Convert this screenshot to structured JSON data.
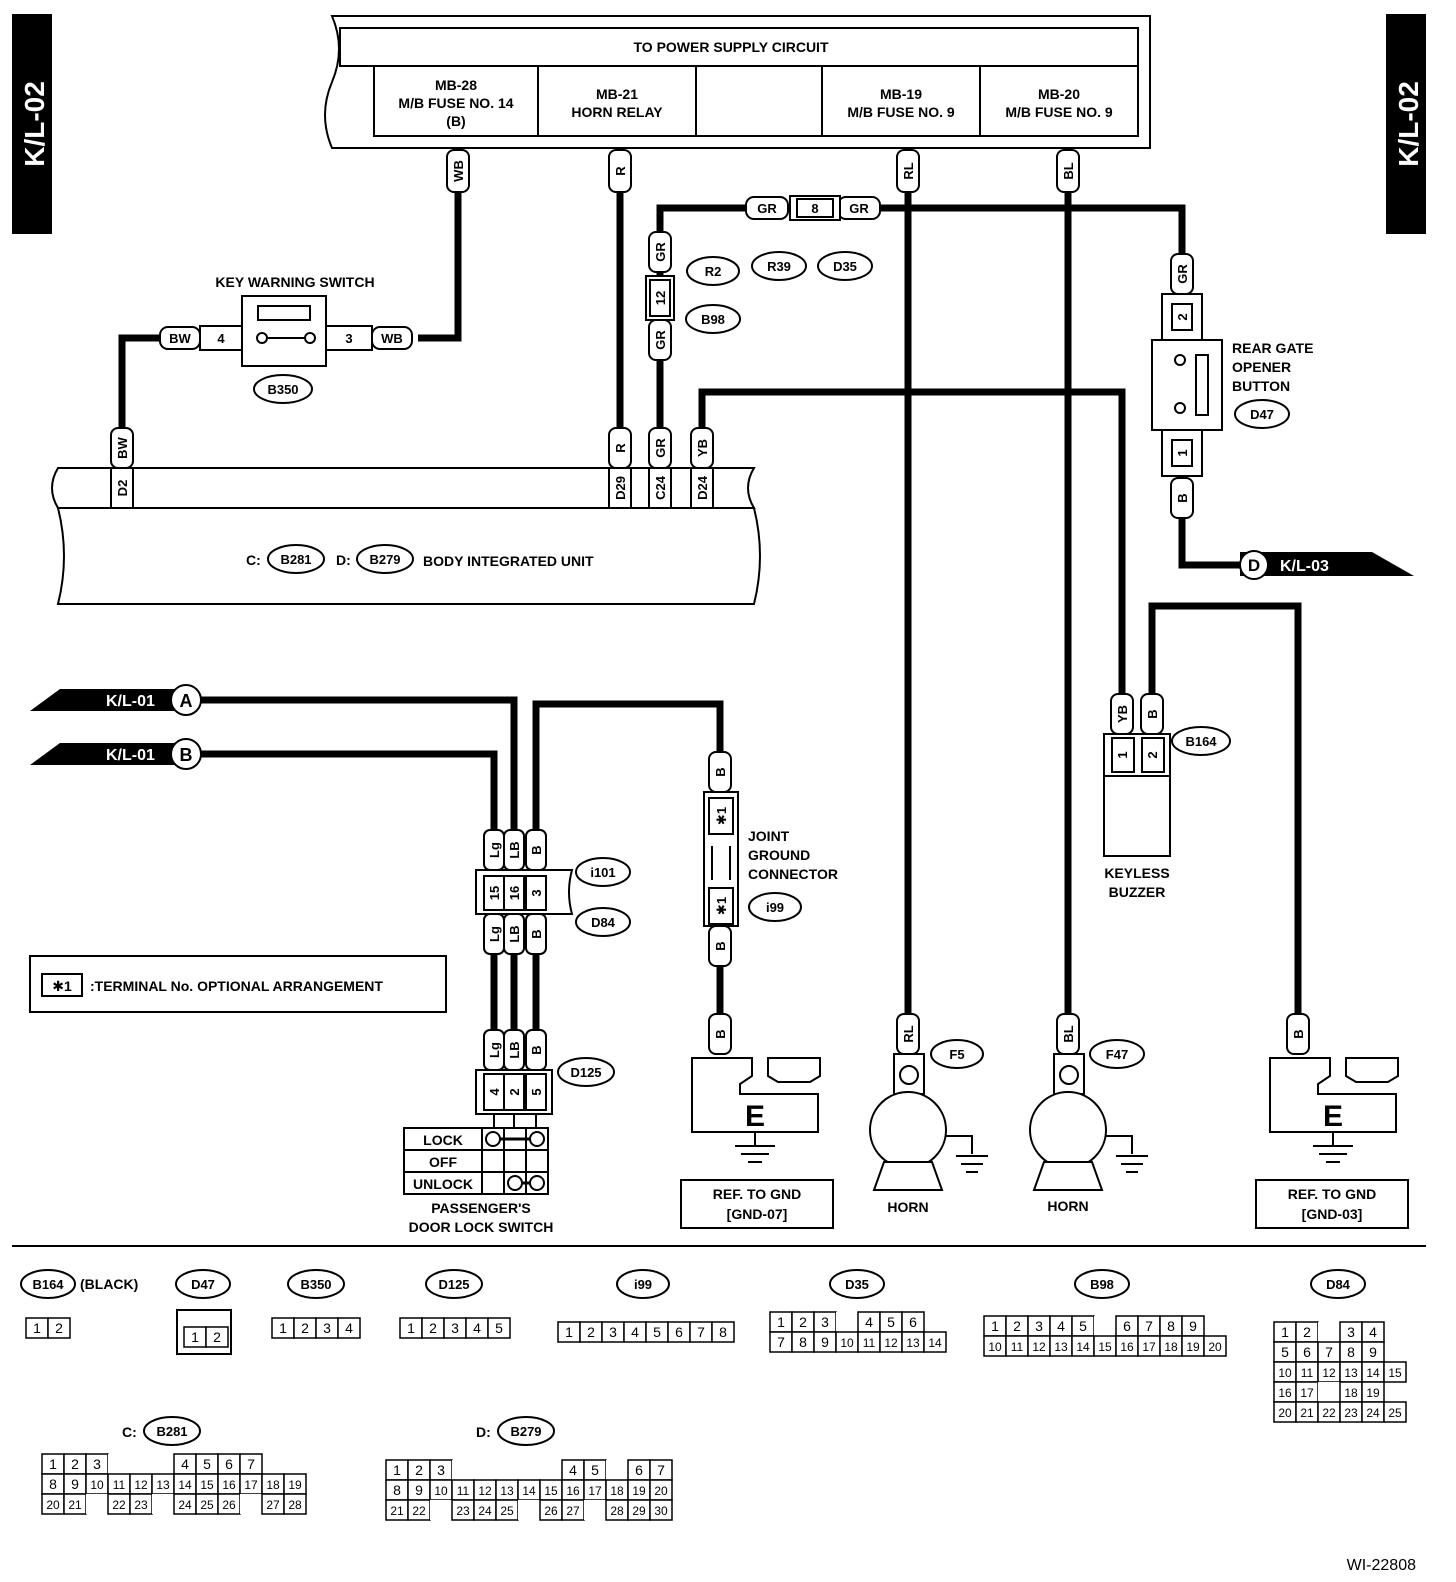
{
  "page_id": "K/L-02",
  "figure_id": "WI-22808",
  "power_supply": {
    "title": "TO POWER SUPPLY CIRCUIT",
    "columns": [
      [
        "MB-28",
        "M/B FUSE NO. 14",
        "(B)"
      ],
      [
        "MB-21",
        "HORN RELAY"
      ],
      [],
      [
        "MB-19",
        "M/B FUSE NO. 9"
      ],
      [
        "MB-20",
        "M/B FUSE NO. 9"
      ]
    ]
  },
  "wire_colors": {
    "wb": "WB",
    "r": "R",
    "rl": "RL",
    "bl": "BL",
    "gr": "GR",
    "bw": "BW",
    "yb": "YB",
    "b": "B",
    "lg": "Lg",
    "lb": "LB"
  },
  "connectors": {
    "r2": "R2",
    "r39": "R39",
    "d35": "D35",
    "b98": "B98",
    "b350": "B350",
    "d47": "D47",
    "b164": "B164",
    "i101": "i101",
    "d84": "D84",
    "i99": "i99",
    "d125": "D125",
    "f5": "F5",
    "f47": "F47",
    "b281": "B281",
    "b279": "B279"
  },
  "pins": {
    "p1": "1",
    "p2": "2",
    "p3": "3",
    "p4": "4",
    "p5": "5",
    "p8": "8",
    "p12": "12",
    "p15": "15",
    "p16": "16",
    "star1": "✱1"
  },
  "terminals": {
    "d2": "D2",
    "d29": "D29",
    "c24": "C24",
    "d24": "D24"
  },
  "components": {
    "key_warning_switch": "KEY WARNING SWITCH",
    "body_integrated_unit": "BODY INTEGRATED UNIT",
    "c_prefix": "C:",
    "d_prefix": "D:",
    "rear_gate_opener": [
      "REAR GATE",
      "OPENER",
      "BUTTON"
    ],
    "keyless_buzzer": [
      "KEYLESS",
      "BUZZER"
    ],
    "joint_ground": [
      "JOINT",
      "GROUND",
      "CONNECTOR"
    ],
    "passenger_switch": [
      "PASSENGER'S",
      "DOOR LOCK SWITCH"
    ],
    "switch_positions": [
      "LOCK",
      "OFF",
      "UNLOCK"
    ],
    "horn": "HORN",
    "ground_symbol": "E",
    "ref_gnd_07": [
      "REF. TO GND",
      "[GND-07]"
    ],
    "ref_gnd_03": [
      "REF. TO GND",
      "[GND-03]"
    ]
  },
  "links": {
    "kl01_a": "K/L-01",
    "kl01_b": "K/L-01",
    "kl03": "K/L-03",
    "a": "A",
    "b": "B",
    "d": "D"
  },
  "note": {
    "symbol": "✱1",
    "text": ":TERMINAL No. OPTIONAL ARRANGEMENT"
  },
  "legend": {
    "b164_suffix": "(BLACK)",
    "b164": "B164",
    "d47": "D47",
    "b350": "B350",
    "d125": "D125",
    "i99": "i99",
    "d35": "D35",
    "b98": "B98",
    "d84": "D84",
    "b281": "B281",
    "b279": "B279",
    "rows": {
      "b164": [
        [
          "1",
          "2"
        ]
      ],
      "d47": [
        [
          "1",
          "2"
        ]
      ],
      "b350": [
        [
          "1",
          "2",
          "3",
          "4"
        ]
      ],
      "d125": [
        [
          "1",
          "2",
          "3",
          "4",
          "5"
        ]
      ],
      "i99": [
        [
          "1",
          "2",
          "3",
          "4",
          "5",
          "6",
          "7",
          "8"
        ]
      ],
      "d35": [
        [
          "1",
          "2",
          "3",
          "",
          "4",
          "5",
          "6"
        ],
        [
          "7",
          "8",
          "9",
          "10",
          "11",
          "12",
          "13",
          "14"
        ]
      ],
      "b98": [
        [
          "1",
          "2",
          "3",
          "4",
          "5",
          "",
          "6",
          "7",
          "8",
          "9"
        ],
        [
          "10",
          "11",
          "12",
          "13",
          "14",
          "15",
          "16",
          "17",
          "18",
          "19",
          "20"
        ]
      ],
      "d84": [
        [
          "1",
          "2",
          "",
          "3",
          "4"
        ],
        [
          "5",
          "6",
          "7",
          "8",
          "9"
        ],
        [
          "10",
          "11",
          "12",
          "13",
          "14",
          "15"
        ],
        [
          "16",
          "17",
          "",
          "18",
          "19"
        ],
        [
          "20",
          "21",
          "22",
          "23",
          "24",
          "25"
        ]
      ],
      "b281": [
        [
          "1",
          "2",
          "3",
          "",
          "",
          "",
          "4",
          "5",
          "6",
          "7"
        ],
        [
          "8",
          "9",
          "10",
          "11",
          "12",
          "13",
          "14",
          "15",
          "16",
          "17",
          "18",
          "19"
        ],
        [
          "20",
          "21",
          "",
          "22",
          "23",
          "",
          "24",
          "25",
          "26",
          "",
          "27",
          "28"
        ]
      ],
      "b279": [
        [
          "1",
          "2",
          "3",
          "",
          "",
          "",
          "",
          "",
          "4",
          "5",
          "",
          "6",
          "7"
        ],
        [
          "8",
          "9",
          "10",
          "11",
          "12",
          "13",
          "14",
          "15",
          "16",
          "17",
          "18",
          "19",
          "20"
        ],
        [
          "21",
          "22",
          "",
          "23",
          "24",
          "25",
          "",
          "26",
          "27",
          "",
          "28",
          "29",
          "30"
        ]
      ]
    }
  }
}
